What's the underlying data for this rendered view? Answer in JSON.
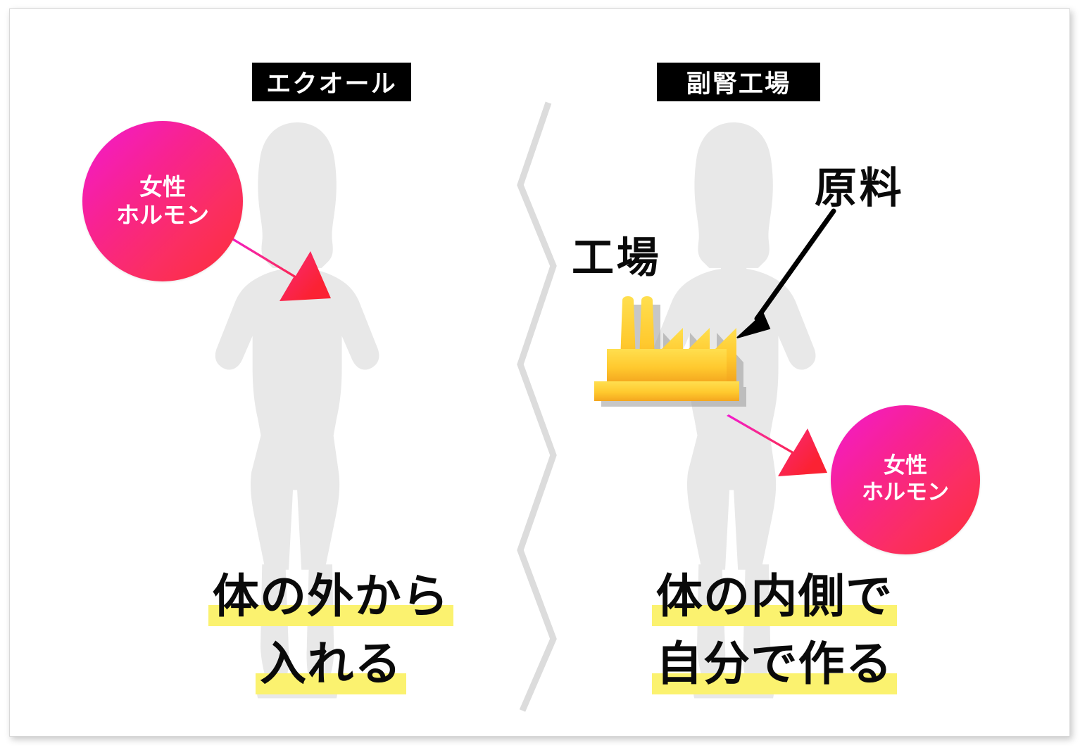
{
  "meta": {
    "background_color": "#ffffff",
    "card_border_color": "#d8d8d8",
    "silhouette_color": "#e8e8e8",
    "divider_color": "#dcdcdc",
    "highlight_color": "#fbf26f",
    "factory_color_top": "#ffd93d",
    "factory_color_bottom": "#f5a623",
    "arrow_pink_from": "#f21ad0",
    "arrow_pink_to": "#fb2233",
    "arrow_black_color": "#000000",
    "chip_background": "#000000",
    "chip_text_color": "#ffffff"
  },
  "panels": {
    "left": {
      "chip_label": "エクオール",
      "bubble": {
        "line1": "女性",
        "line2": "ホルモン"
      },
      "caption": {
        "line1": "体の外から",
        "line2": "入れる"
      }
    },
    "right": {
      "chip_label": "副腎工場",
      "bubble": {
        "line1": "女性",
        "line2": "ホルモン"
      },
      "caption": {
        "line1": "体の内側で",
        "line2": "自分で作る"
      },
      "factory_label": "工場",
      "material_label": "原料"
    }
  }
}
